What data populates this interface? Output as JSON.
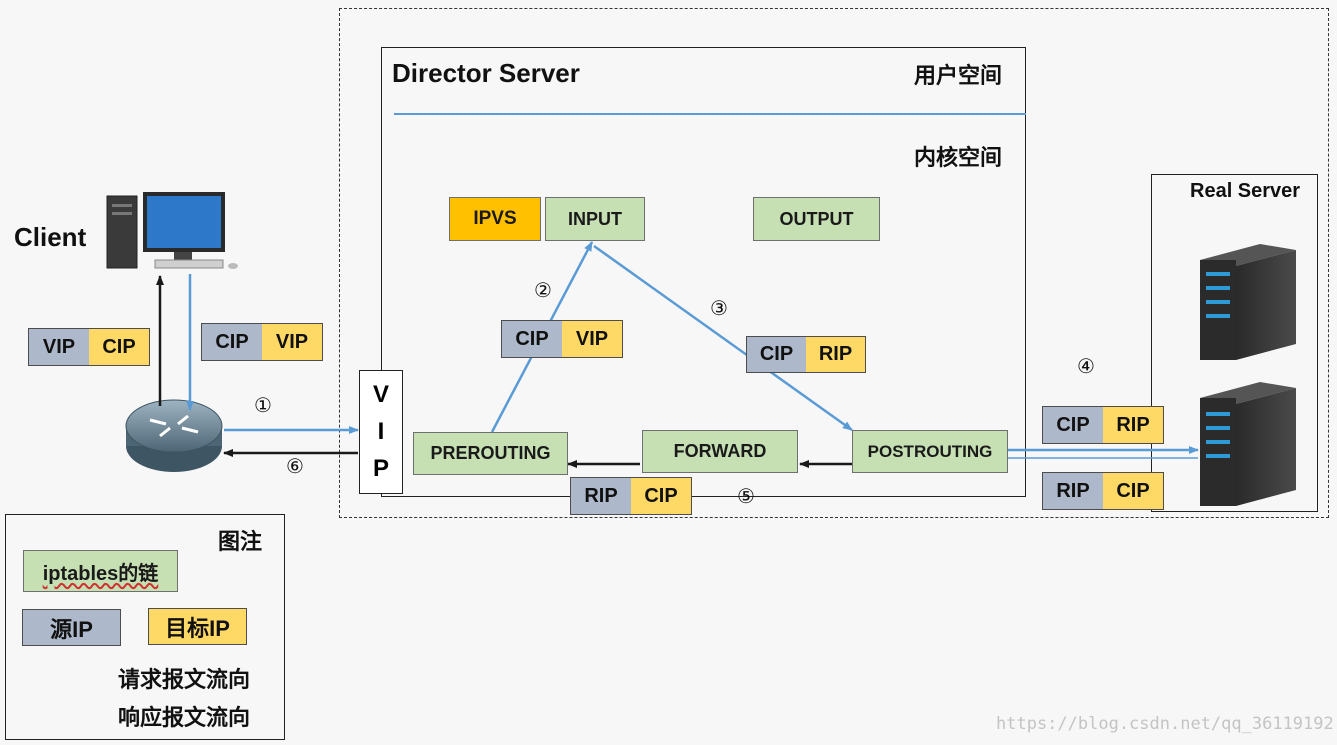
{
  "client": {
    "label": "Client"
  },
  "director": {
    "title": "Director Server",
    "user_space": "用户空间",
    "kernel_space": "内核空间"
  },
  "vip_box": {
    "letters": [
      "V",
      "I",
      "P"
    ]
  },
  "chains": {
    "ipvs": "IPVS",
    "input": "INPUT",
    "output": "OUTPUT",
    "prerouting": "PREROUTING",
    "forward": "FORWARD",
    "postrouting": "POSTROUTING"
  },
  "real_server": {
    "label": "Real Server"
  },
  "packets": {
    "client_response": {
      "src": "VIP",
      "dst": "CIP"
    },
    "client_request": {
      "src": "CIP",
      "dst": "VIP"
    },
    "step2": {
      "src": "CIP",
      "dst": "VIP"
    },
    "step3": {
      "src": "CIP",
      "dst": "RIP"
    },
    "step4": {
      "src": "CIP",
      "dst": "RIP"
    },
    "step4_return": {
      "src": "RIP",
      "dst": "CIP"
    },
    "step5": {
      "src": "RIP",
      "dst": "CIP"
    }
  },
  "steps": [
    "①",
    "②",
    "③",
    "④",
    "⑤",
    "⑥"
  ],
  "legend": {
    "title": "图注",
    "chain_label": "iptables的链",
    "src_label": "源IP",
    "dst_label": "目标IP",
    "request_label": "请求报文流向",
    "response_label": "响应报文流向"
  },
  "watermark": "https://blog.csdn.net/qq_36119192",
  "colors": {
    "chain_fill": "#c6e0b4",
    "ipvs_fill": "#ffc000",
    "src_ip_fill": "#adb9ca",
    "dst_ip_fill": "#ffd966",
    "request_arrow": "#5b9bd5",
    "response_arrow": "#1a1a1a"
  }
}
